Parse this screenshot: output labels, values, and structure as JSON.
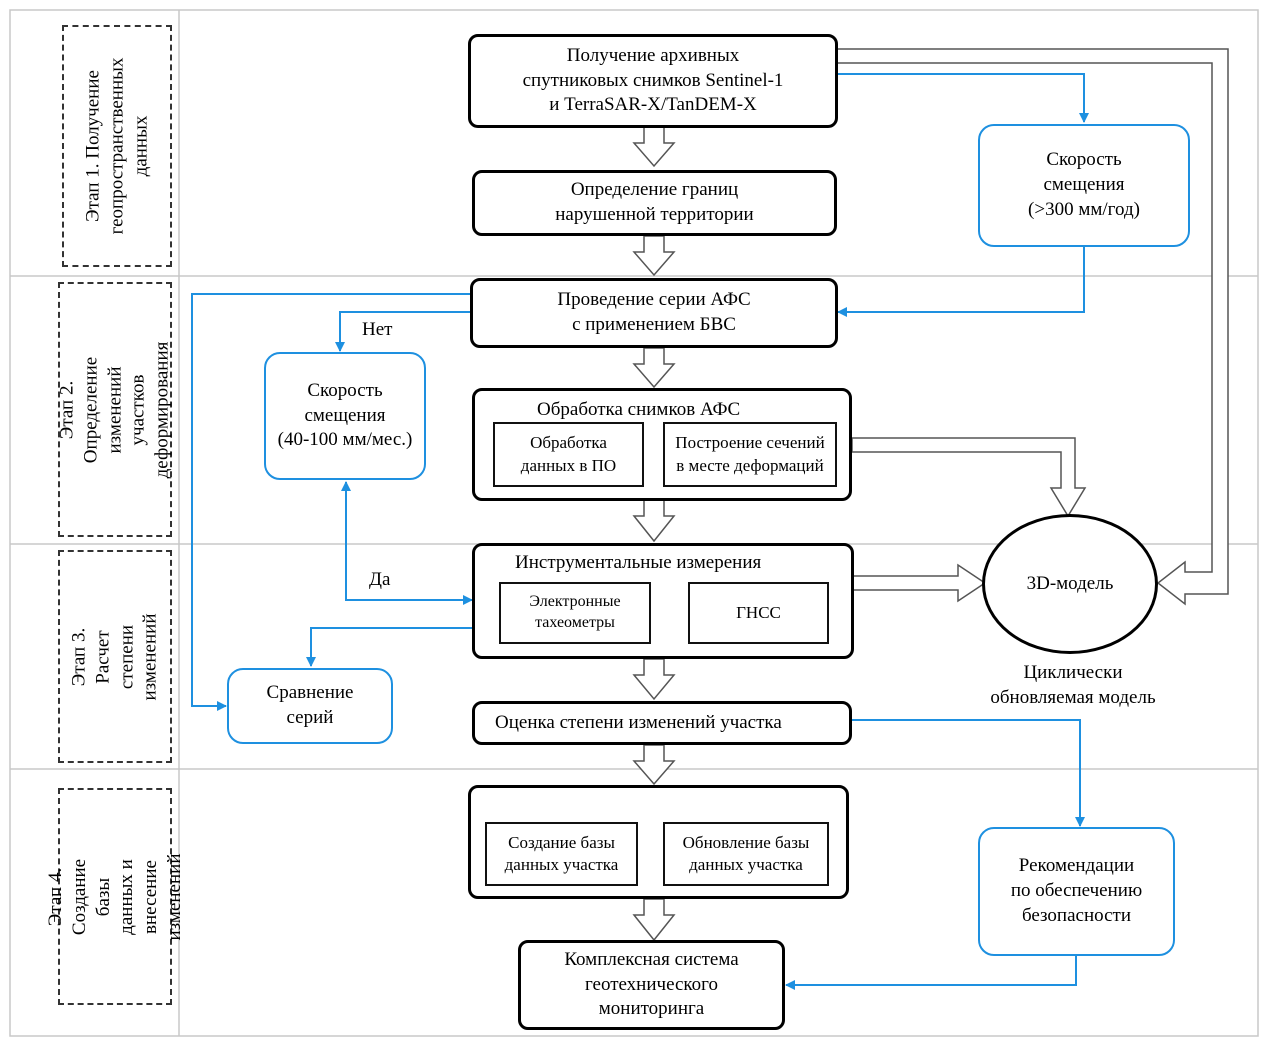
{
  "stages": [
    "Этап 1. Получение\nгеопространственных\nданных",
    "Этап 2. Определение\nизменений участков\nдеформирования",
    "Этап 3. Расчет\nстепени изменений",
    "Этап 4. Создание базы\nданных и внесение\nизменений"
  ],
  "boxes": {
    "archive": "Получение архивных\nспутниковых снимков Sentinel-1\nи TerraSAR-X/TanDEM-X",
    "boundaries": "Определение границ\nнарушенной территории",
    "speed_year": "Скорость\nсмещения\n(>300 мм/год)",
    "afs_series": "Проведение серии АФС\nс применением БВС",
    "speed_month": "Скорость\nсмещения\n(40-100 мм/мес.)",
    "processing_title": "Обработка снимков АФС",
    "processing_software": "Обработка\nданных в ПО",
    "cross_sections": "Построение сечений\nв месте деформаций",
    "instrumental_title": "Инструментальные измерения",
    "total_stations": "Электронные\nтахеометры",
    "gnss": "ГНСС",
    "compare_series": "Сравнение\nсерий",
    "assessment": "Оценка степени изменений участка",
    "db_create": "Создание базы\nданных участка",
    "db_update": "Обновление базы\nданных участка",
    "recommendations": "Рекомендации\nпо обеспечению\nбезопасности",
    "complex_system": "Комплексная система\nгеотехнического\nмониторинга",
    "model3d": "3D-модель"
  },
  "labels": {
    "no": "Нет",
    "yes": "Да",
    "cyclic": "Циклически\nобновляемая модель"
  },
  "colors": {
    "blue": "#1e90e0",
    "black": "#000000",
    "grid": "#c8c8c8"
  }
}
